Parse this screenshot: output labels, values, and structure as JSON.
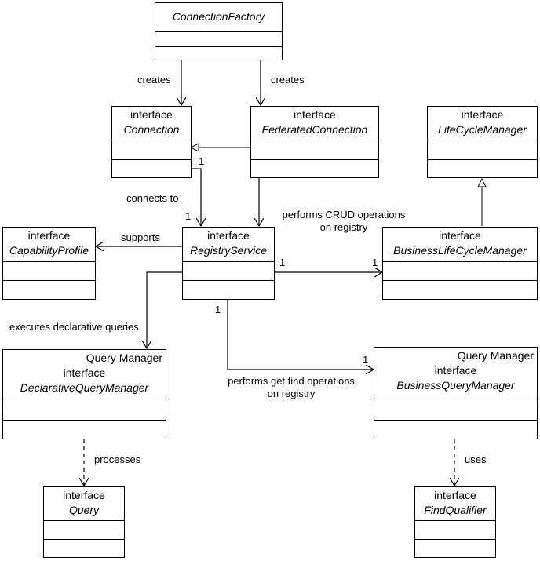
{
  "classes": {
    "connection_factory": {
      "stereotype": "",
      "name": "ConnectionFactory",
      "tag": ""
    },
    "connection": {
      "stereotype": "interface",
      "name": "Connection",
      "tag": ""
    },
    "federated_connection": {
      "stereotype": "interface",
      "name": "FederatedConnection",
      "tag": ""
    },
    "life_cycle_manager": {
      "stereotype": "interface",
      "name": "LifeCycleManager",
      "tag": ""
    },
    "capability_profile": {
      "stereotype": "interface",
      "name": "CapabilityProfile",
      "tag": ""
    },
    "registry_service": {
      "stereotype": "interface",
      "name": "RegistryService",
      "tag": ""
    },
    "business_life_cycle_manager": {
      "stereotype": "interface",
      "name": "BusinessLifeCycleManager",
      "tag": ""
    },
    "declarative_query_manager": {
      "stereotype": "interface",
      "name": "DeclarativeQueryManager",
      "tag": "Query Manager"
    },
    "business_query_manager": {
      "stereotype": "interface",
      "name": "BusinessQueryManager",
      "tag": "Query Manager"
    },
    "query": {
      "stereotype": "interface",
      "name": "Query",
      "tag": ""
    },
    "find_qualifier": {
      "stereotype": "interface",
      "name": "FindQualifier",
      "tag": ""
    }
  },
  "labels": {
    "creates_left": "creates",
    "creates_right": "creates",
    "connects_to": "connects to",
    "supports": "supports",
    "crud_line1": "performs CRUD operations",
    "crud_line2": "on registry",
    "executes": "executes declarative queries",
    "find_line1": "performs get find operations",
    "find_line2": "on registry",
    "processes": "processes",
    "uses": "uses",
    "mult_conn_src": "1",
    "mult_conn_dst": "1",
    "mult_blcm_src": "1",
    "mult_blcm_dst": "1",
    "mult_bqm_src": "1",
    "mult_bqm_dst": "1"
  }
}
